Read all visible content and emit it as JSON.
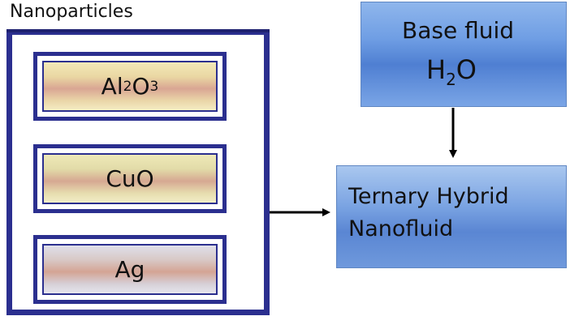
{
  "nanoparticles": {
    "title": "Nanoparticles",
    "items": [
      {
        "base": "Al",
        "sub1": "2",
        "mid": "O",
        "sub2": "3"
      },
      {
        "label": "CuO"
      },
      {
        "label": "Ag"
      }
    ]
  },
  "base_fluid": {
    "title": "Base fluid",
    "formula_h": "H",
    "formula_sub": "2",
    "formula_o": "O"
  },
  "result": {
    "line1": "Ternary Hybrid",
    "line2": "Nanofluid"
  },
  "colors": {
    "frame_border": "#2b2f8f",
    "box_blue": "#4f7fd2",
    "arrow": "#000000"
  }
}
